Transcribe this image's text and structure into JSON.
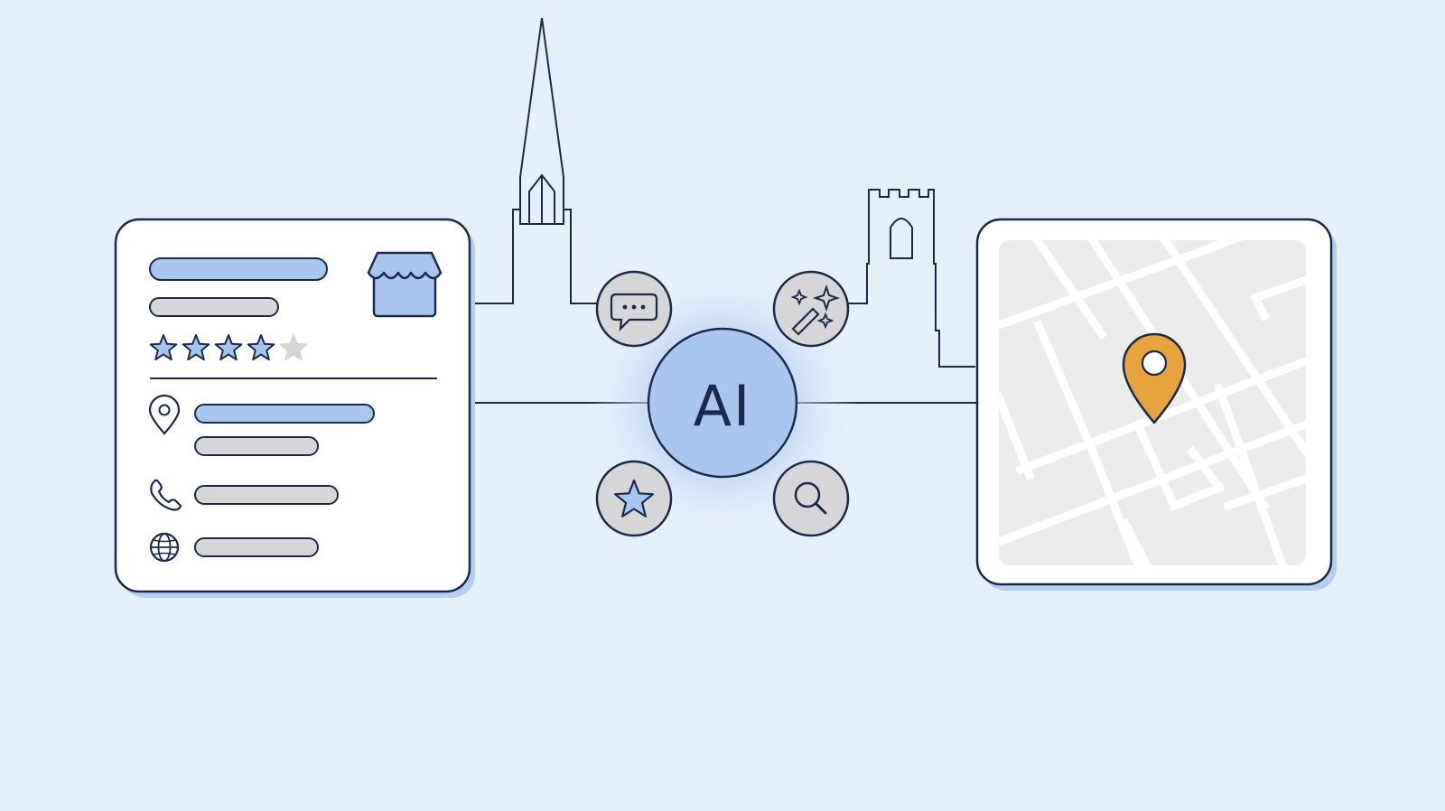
{
  "hub": {
    "label": "AI"
  },
  "business_card": {
    "rating": {
      "value": 4,
      "max": 5
    },
    "rows": [
      "location-pin-icon",
      "phone-icon",
      "globe-icon"
    ],
    "store_icon": "storefront-icon"
  },
  "satellites": [
    "chat-bubble-icon",
    "magic-wand-sparkle-icon",
    "star-icon",
    "search-icon"
  ],
  "map_card": {
    "pin_icon": "map-pin-icon"
  },
  "colors": {
    "background": "#e6f0fb",
    "outline": "#1b2a4a",
    "accent_blue": "#a9c6f0",
    "placeholder_gray": "#d6d6d8",
    "pin_orange": "#e7a33e",
    "map_fill": "#ececec"
  }
}
